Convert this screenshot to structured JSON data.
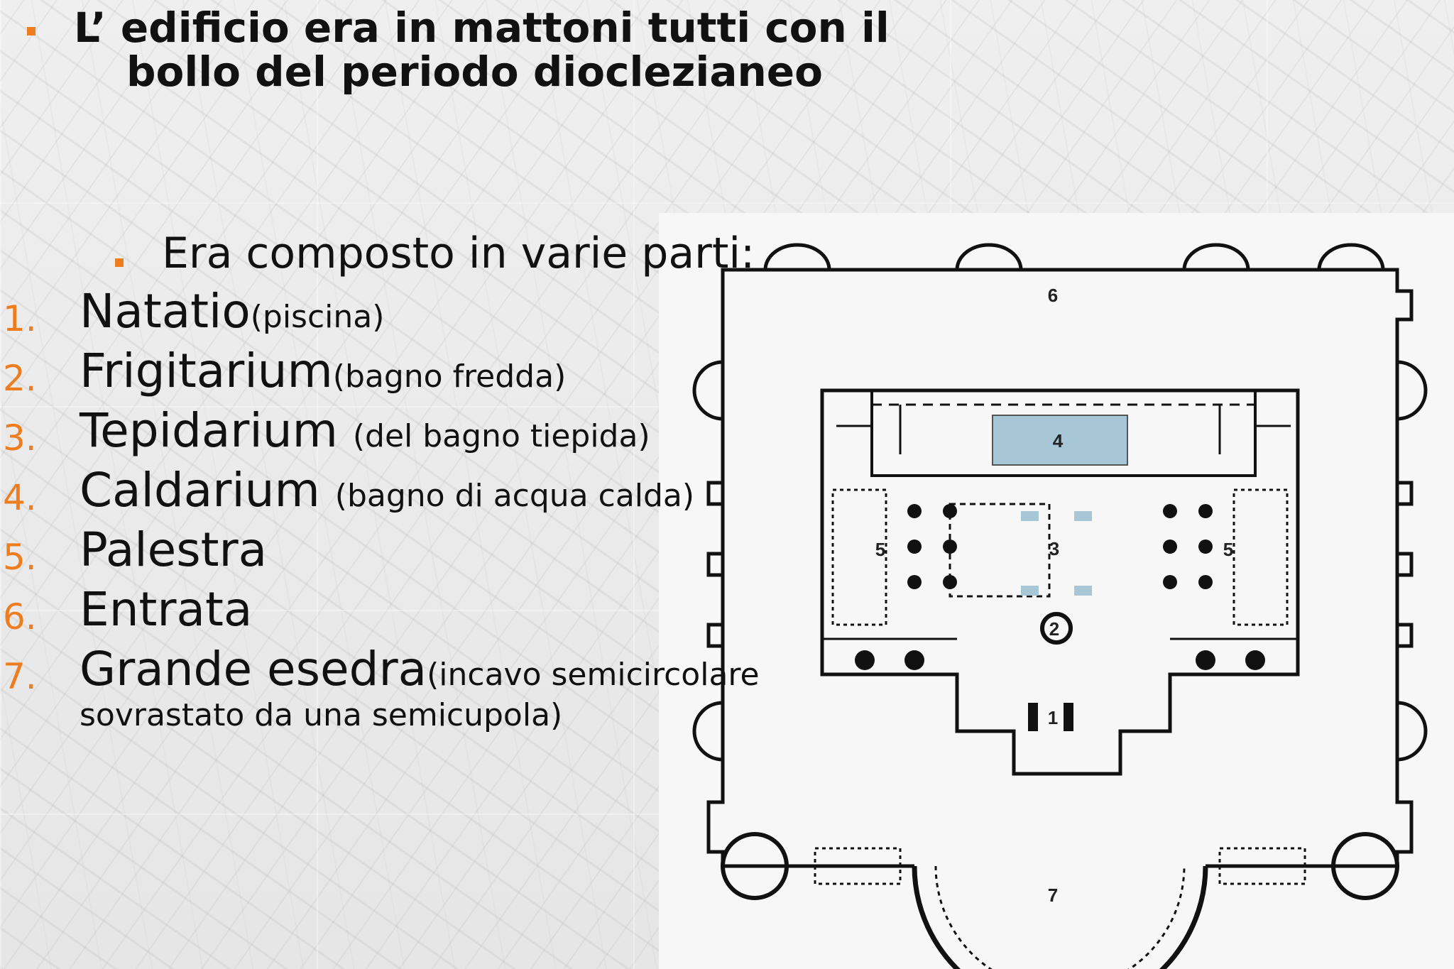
{
  "slide": {
    "title_line1": "L’ edificio era in mattoni tutti con il",
    "title_line2": "bollo del periodo dioclezianeo",
    "subtitle": "Era composto in varie parti:",
    "items": [
      {
        "num": "1.",
        "main": "Natatio",
        "extra": "(piscina)"
      },
      {
        "num": "2.",
        "main": "Frigitarium",
        "extra": "(bagno fredda)"
      },
      {
        "num": "3.",
        "main": "Tepidarium ",
        "extra": "(del bagno tiepida)"
      },
      {
        "num": "4.",
        "main": "Caldarium ",
        "extra": "(bagno di acqua calda)"
      },
      {
        "num": "5.",
        "main": "Palestra",
        "extra": ""
      },
      {
        "num": "6.",
        "main": "Entrata",
        "extra": ""
      },
      {
        "num": "7.",
        "main": "Grande esedra",
        "extra": "(incavo semicircolare",
        "continuation": "sovrastato da una semicupola)"
      }
    ]
  },
  "plan": {
    "labels": {
      "n1": "1",
      "n2": "2",
      "n3": "3",
      "n4": "4",
      "n5a": "5",
      "n5b": "5",
      "n6": "6",
      "n7": "7"
    },
    "pool_color": "#a7c6d6",
    "accent_color": "#ee7d20"
  }
}
